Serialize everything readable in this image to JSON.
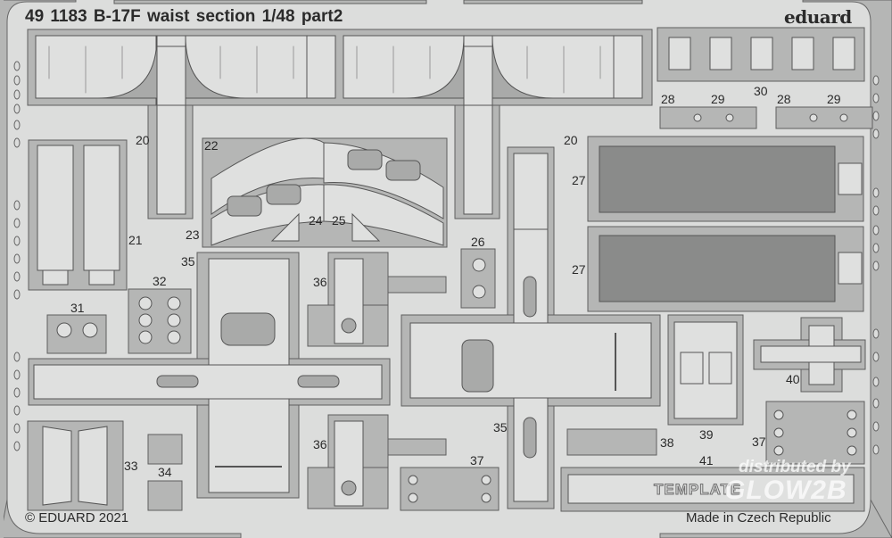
{
  "header": {
    "title": "49 1183  B-17F waist section  1/48   part2",
    "brand": "eduard"
  },
  "footer": {
    "copyright": "© EDUARD 2021",
    "origin": "Made in Czech Republic"
  },
  "template_label": "TEMPLATE",
  "watermark": {
    "line1": "distributed by",
    "line2": "GLOW2B"
  },
  "part_numbers": {
    "p20a": "20",
    "p20b": "20",
    "p21": "21",
    "p22": "22",
    "p23": "23",
    "p24": "24",
    "p25": "25",
    "p26": "26",
    "p27a": "27",
    "p27b": "27",
    "p28a": "28",
    "p28b": "28",
    "p29a": "29",
    "p29b": "29",
    "p30": "30",
    "p31": "31",
    "p32": "32",
    "p33": "33",
    "p34": "34",
    "p35a": "35",
    "p35b": "35",
    "p36a": "36",
    "p36b": "36",
    "p37a": "37",
    "p37b": "37",
    "p38": "38",
    "p39": "39",
    "p40": "40",
    "p41": "41"
  },
  "colors": {
    "fret_background": "#dcdddc",
    "frame": "#b5b6b5",
    "part_fill": "#dfe0df",
    "outline": "#555555",
    "text": "#2a2a2a"
  }
}
